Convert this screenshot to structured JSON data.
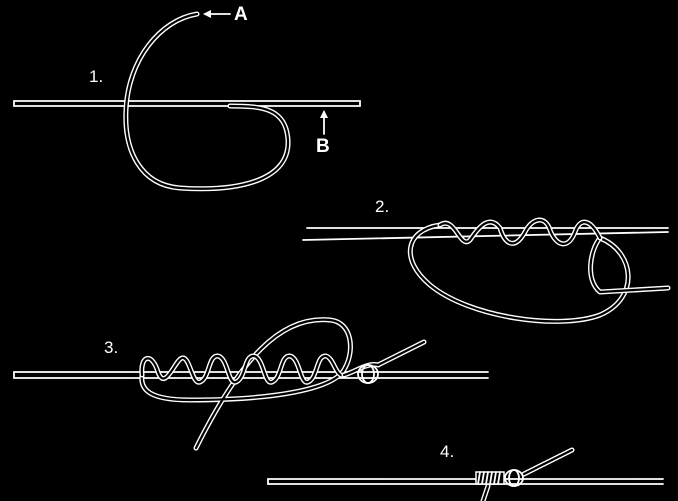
{
  "labels": {
    "step1": "1.",
    "step2": "2.",
    "step3": "3.",
    "step4": "4.",
    "end_a": "A",
    "end_b": "B"
  },
  "colors": {
    "background": "#000000",
    "line": "#ffffff"
  }
}
